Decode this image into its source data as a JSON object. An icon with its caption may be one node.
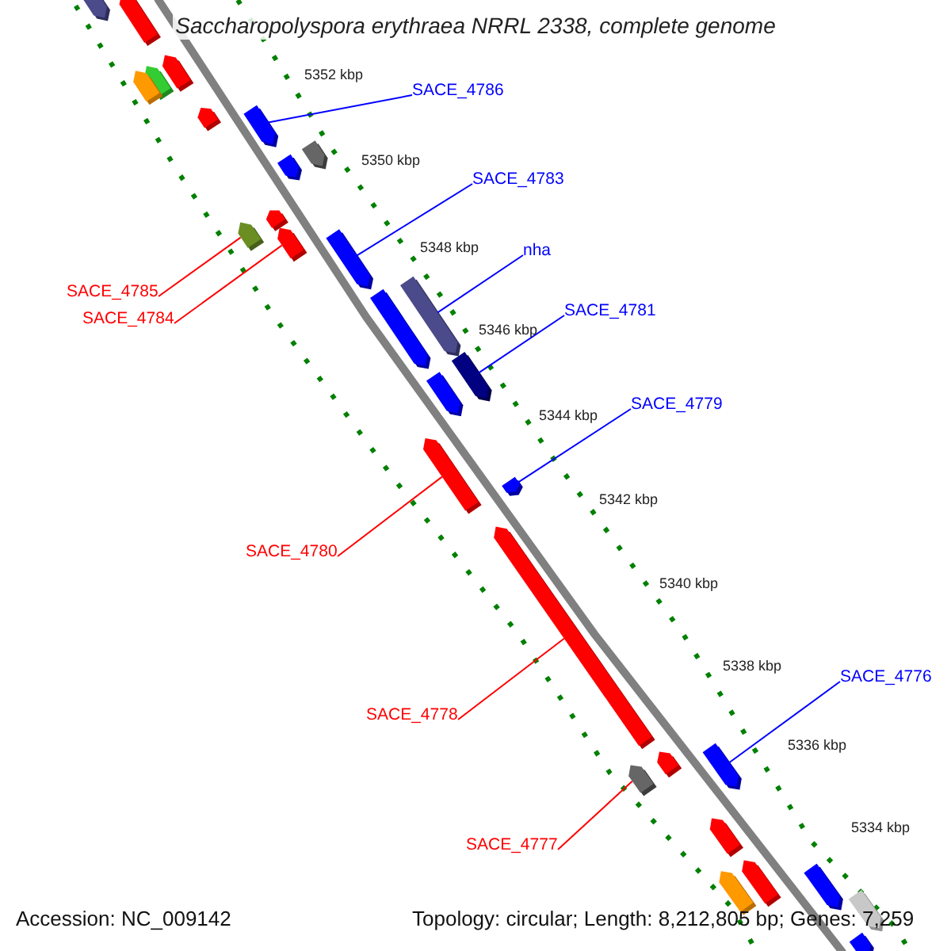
{
  "diagram": {
    "title": "Saccharopolyspora erythraea NRRL 2338, complete genome",
    "nodes": [
      {
        "text": [
          "SACE_4786"
        ]
      },
      {
        "text": [],
        "shape": "bar"
      },
      {
        "text": [
          "SACE_4783"
        ]
      },
      {
        "text": [],
        "shape": "bar"
      },
      {
        "text": [
          "nha"
        ]
      },
      {
        "text": [],
        "shape": "bar"
      },
      {
        "text": [
          "SACE_4785"
        ]
      },
      {
        "text": [],
        "shape": "bar"
      },
      {
        "text": [
          "SACE_4784"
        ]
      },
      {
        "text": [],
        "shape": "bar"
      },
      {
        "text": [
          "SACE_4781"
        ]
      },
      {
        "text": [],
        "shape": "bar"
      },
      {
        "text": [
          "SACE_4779"
        ]
      },
      {
        "text": [],
        "shape": "bar"
      },
      {
        "text": [
          "SACE_4780"
        ]
      },
      {
        "text": [],
        "shape": "bar"
      },
      {
        "text": [
          "SACE_4776"
        ]
      },
      {
        "text": [],
        "shape": "bar"
      },
      {
        "text": [
          "SACE_4778"
        ]
      },
      {
        "text": [],
        "shape": "bar"
      },
      {
        "text": [
          "SACE_4777"
        ]
      },
      {
        "text": [],
        "shape": "bar"
      },
      {
        "text": [],
        "shape": "bar"
      },
      {
        "text": [],
        "shape": "bar"
      },
      {
        "text": [],
        "shape": "bar"
      },
      {
        "text": [],
        "shape": "bar"
      },
      {
        "text": [],
        "shape": "bar"
      },
      {
        "text": [],
        "shape": "bar"
      },
      {
        "text": [],
        "shape": "bar"
      },
      {
        "text": [],
        "shape": "bar"
      },
      {
        "text": [],
        "shape": "bar"
      },
      {
        "text": [],
        "shape": "bar"
      },
      {
        "text": [],
        "shape": "bar"
      },
      {
        "text": [],
        "shape": "bar"
      },
      {
        "text": [],
        "shape": "bar"
      },
      {
        "text": [],
        "shape": "bar"
      },
      {
        "text": [],
        "shape": "bar"
      },
      {
        "text": [],
        "shape": "bar"
      },
      {
        "text": [],
        "shape": "bar"
      },
      {
        "text": [],
        "shape": "bar"
      }
    ],
    "edges": [
      {
        "from": 0,
        "to": 1,
        "arrow": "none"
      },
      {
        "from": 2,
        "to": 3,
        "arrow": "none"
      },
      {
        "from": 4,
        "to": 5,
        "arrow": "none"
      },
      {
        "from": 6,
        "to": 7,
        "arrow": "none",
        "color": "#ff0000"
      },
      {
        "from": 8,
        "to": 9,
        "arrow": "none",
        "color": "#ff0000"
      },
      {
        "from": 10,
        "to": 11,
        "arrow": "none"
      },
      {
        "from": 12,
        "to": 13,
        "arrow": "none"
      },
      {
        "from": 14,
        "to": 15,
        "arrow": "none",
        "color": "#ff0000"
      },
      {
        "from": 16,
        "to": 17,
        "arrow": "none"
      },
      {
        "from": 18,
        "to": 19,
        "arrow": "none",
        "color": "#ff0000"
      },
      {
        "from": 20,
        "to": 21,
        "arrow": "none",
        "color": "#ff0000"
      }
    ],
    "labels": [
      "5352 kbp",
      "5350 kbp",
      "5348 kbp",
      "5346 kbp",
      "5344 kbp",
      "5342 kbp",
      "5340 kbp",
      "5338 kbp",
      "5336 kbp",
      "5334 kbp",
      "Accession: NC_009142",
      "Topology: circular; Length: 8,212,805 bp; Genes: 7,259"
    ]
  }
}
